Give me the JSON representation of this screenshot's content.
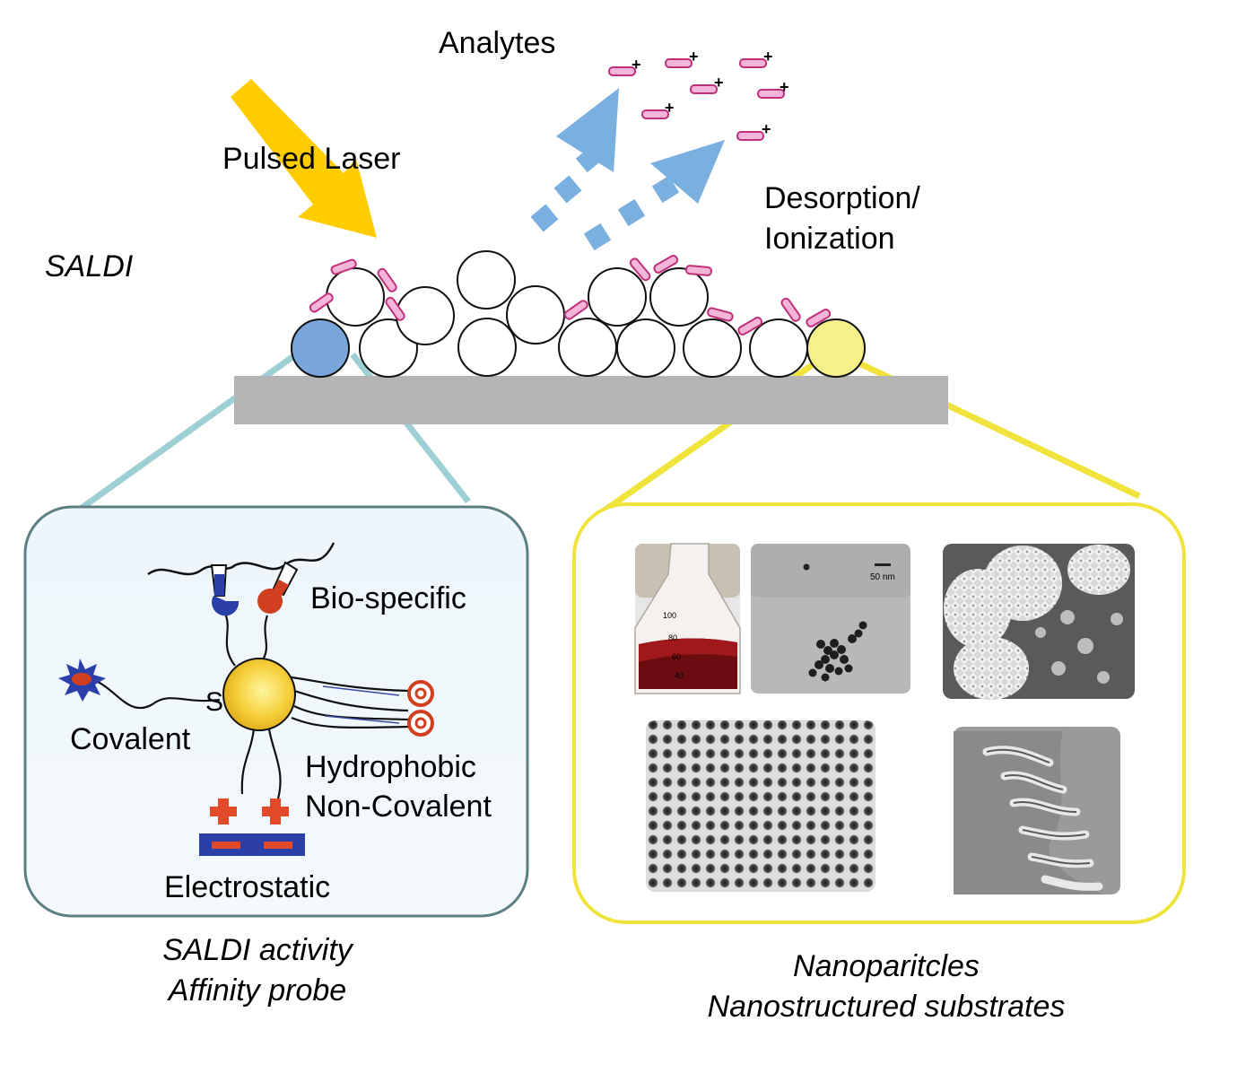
{
  "labels": {
    "analytes": "Analytes",
    "pulsed_laser": "Pulsed Laser",
    "desorption_line1": "Desorption/",
    "desorption_line2": "Ionization",
    "saldi": "SALDI",
    "bio_specific": "Bio-specific",
    "covalent": "Covalent",
    "sulfur": "S",
    "hydrophobic": "Hydrophobic",
    "non_covalent": "Non-Covalent",
    "electrostatic": "Electrostatic",
    "left_caption_line1": "SALDI activity",
    "left_caption_line2": "Affinity probe",
    "right_caption_line1": "Nanoparitcles",
    "right_caption_line2": "Nanostructured substrates",
    "ion_charge": "+",
    "tem_scale": "50 nm",
    "flask_marks": [
      "100",
      "80",
      "60",
      "40"
    ]
  },
  "colors": {
    "laser": "#ffcc00",
    "desorption_arrow": "#7ab0e0",
    "analyte_fill": "#f4b6d8",
    "analyte_stroke": "#c0307a",
    "left_callout": "#9ecfd4",
    "right_callout": "#f0e43c",
    "substrate": "#b4b4b4",
    "blue_particle": "#7aa6dc",
    "yellow_particle": "#f6f08a",
    "gold_np": "#f2c224"
  }
}
